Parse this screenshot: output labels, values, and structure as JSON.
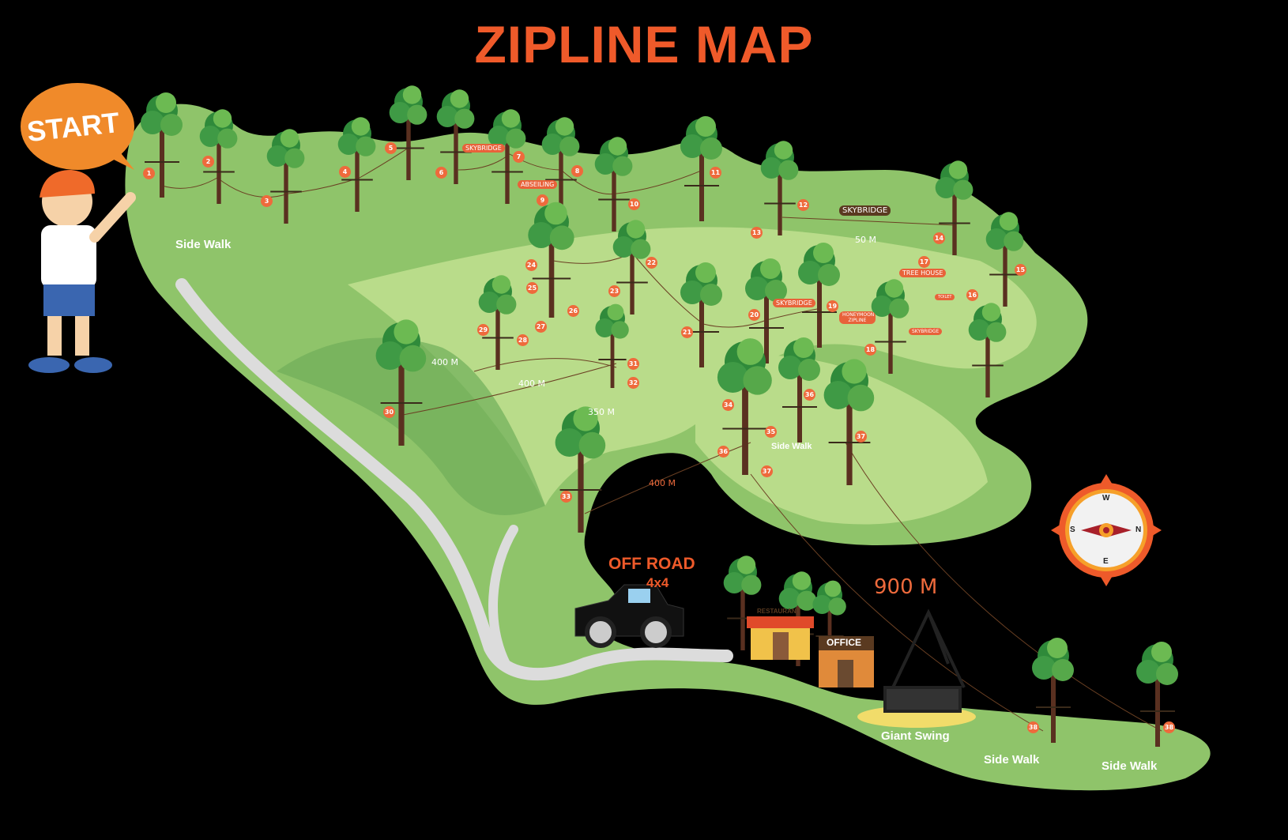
{
  "title": "ZIPLINE MAP",
  "start_label": "START",
  "side_walk_labels": [
    "Side Walk",
    "Side Walk",
    "Side Walk",
    "Side Walk"
  ],
  "tags": {
    "skybridge_1": "SKYBRIDGE",
    "abseiling": "ABSEILING",
    "skybridge_2": "SKYBRIDGE",
    "skybridge_3": "SKYBRIDGE",
    "skybridge_4": "SKYBRIDGE",
    "tree_house": "TREE HOUSE",
    "honeymoon_zipline": "HONEYMOON ZIPLINE",
    "toilet": "TOILET"
  },
  "distances": {
    "d50": "50 M",
    "d400a": "400 M",
    "d400b": "400 M",
    "d350": "350 M",
    "d400c": "400 M",
    "d900": "900 M"
  },
  "stations": [
    "1",
    "2",
    "3",
    "4",
    "5",
    "6",
    "7",
    "8",
    "9",
    "10",
    "11",
    "12",
    "13",
    "14",
    "15",
    "16",
    "17",
    "18",
    "19",
    "20",
    "21",
    "22",
    "23",
    "24",
    "25",
    "26",
    "27",
    "28",
    "29",
    "30",
    "31",
    "32",
    "33",
    "34",
    "35",
    "36",
    "36",
    "37",
    "37",
    "38",
    "38"
  ],
  "facilities": {
    "off_road": "OFF ROAD",
    "off_road_sub": "4x4",
    "restaurant": "RESTAURANT",
    "office": "OFFICE",
    "giant_swing": "Giant Swing"
  },
  "compass": {
    "w": "W",
    "s": "S",
    "n": "N",
    "e": "E"
  },
  "colors": {
    "accent": "#ef5a2a",
    "land": "#8fc46a",
    "land_light": "#b9dc8a",
    "dark_green": "#5e9e50"
  }
}
